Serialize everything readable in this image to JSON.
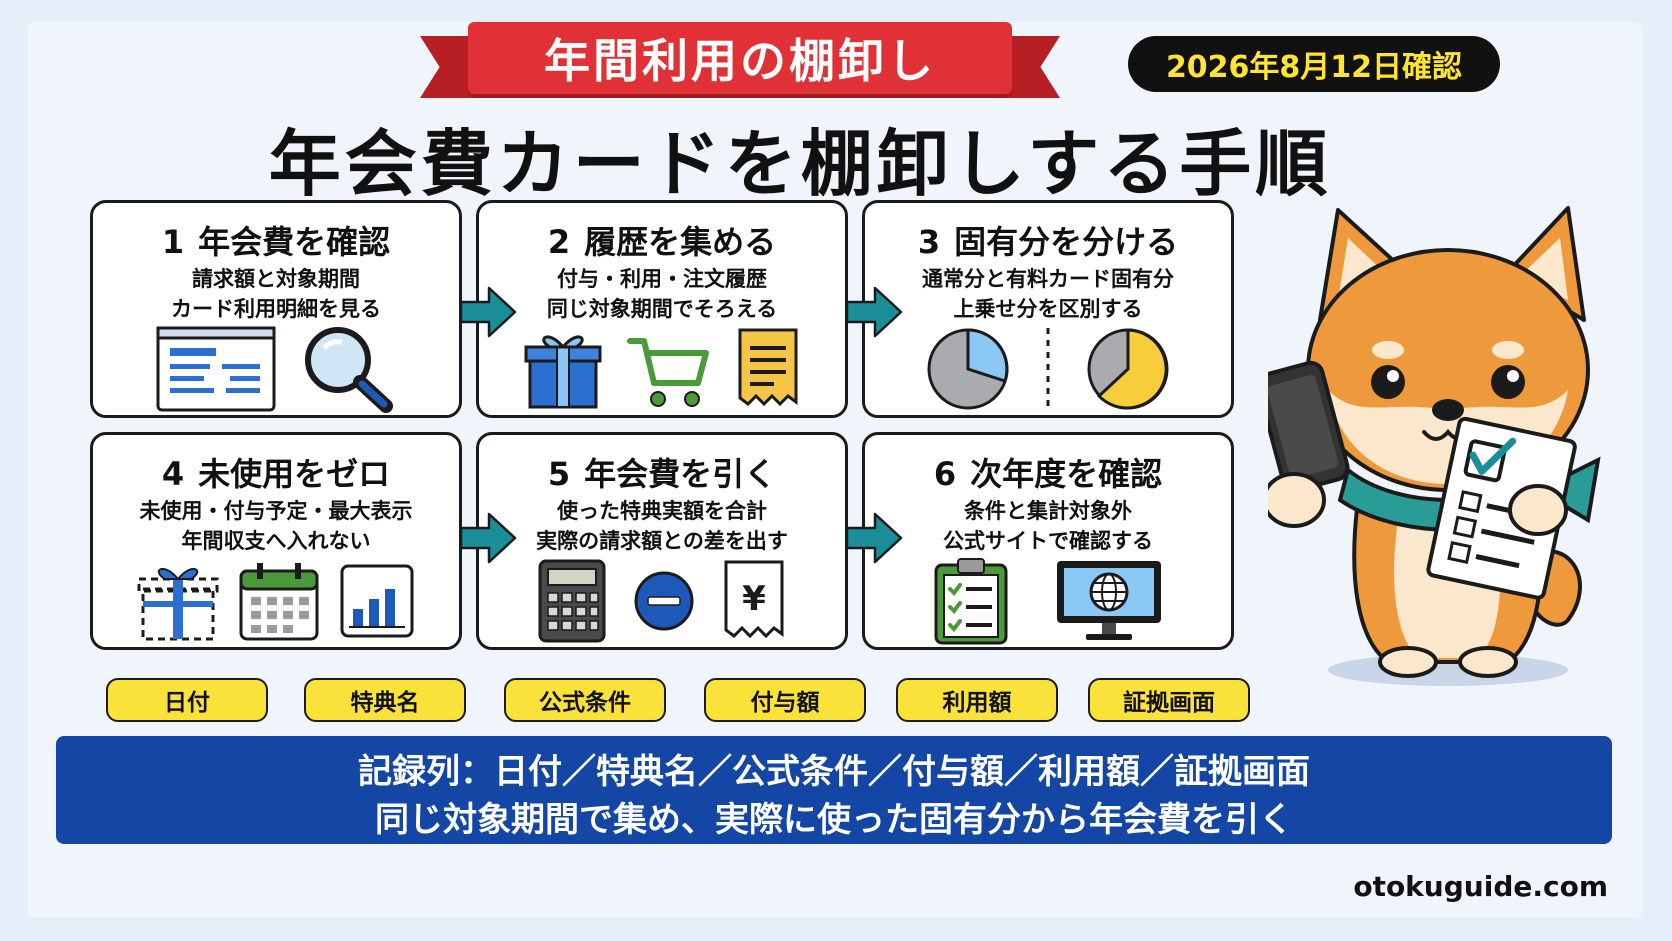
{
  "banner": {
    "label": "年間利用の棚卸し"
  },
  "date_badge": {
    "label": "2026年8月12日確認"
  },
  "title": "年会費カードを棚卸しする手順",
  "steps": [
    {
      "num": "1",
      "title": "年会費を確認",
      "line1": "請求額と対象期間",
      "line2": "カード利用明細を見る",
      "icons": [
        "statement-icon",
        "magnifier-icon"
      ]
    },
    {
      "num": "2",
      "title": "履歴を集める",
      "line1": "付与・利用・注文履歴",
      "line2": "同じ対象期間でそろえる",
      "icons": [
        "gift-icon",
        "cart-icon",
        "receipt-icon"
      ]
    },
    {
      "num": "3",
      "title": "固有分を分ける",
      "line1": "通常分と有料カード固有分",
      "line2": "上乗せ分を区別する",
      "icons": [
        "pie-chart-blue-icon",
        "pie-chart-yellow-icon"
      ]
    },
    {
      "num": "4",
      "title": "未使用をゼロ",
      "line1": "未使用・付与予定・最大表示",
      "line2": "年間収支へ入れない",
      "icons": [
        "gift-outline-icon",
        "calendar-icon",
        "bar-chart-icon"
      ]
    },
    {
      "num": "5",
      "title": "年会費を引く",
      "line1": "使った特典実額を合計",
      "line2": "実際の請求額との差を出す",
      "icons": [
        "calculator-icon",
        "minus-icon",
        "yen-receipt-icon"
      ]
    },
    {
      "num": "6",
      "title": "次年度を確認",
      "line1": "条件と集計対象外",
      "line2": "公式サイトで確認する",
      "icons": [
        "clipboard-checklist-icon",
        "globe-monitor-icon"
      ]
    }
  ],
  "tags": [
    "日付",
    "特典名",
    "公式条件",
    "付与額",
    "利用額",
    "証拠画面"
  ],
  "bottom": {
    "line1": "記録列：日付／特典名／公式条件／付与額／利用額／証拠画面",
    "line2": "同じ対象期間で集め、実際に使った固有分から年会費を引く"
  },
  "footer": {
    "url": "otokuguide.com"
  },
  "colors": {
    "banner_red": "#e03137",
    "badge_yellow": "#ffe433",
    "arrow_teal": "#1a8e99",
    "tag_yellow": "#fbe23a",
    "bar_blue": "#1446a5",
    "mascot_orange": "#ee9a3c"
  },
  "mascot": {
    "icon": "shiba-dog-with-phone-and-checklist-icon"
  }
}
